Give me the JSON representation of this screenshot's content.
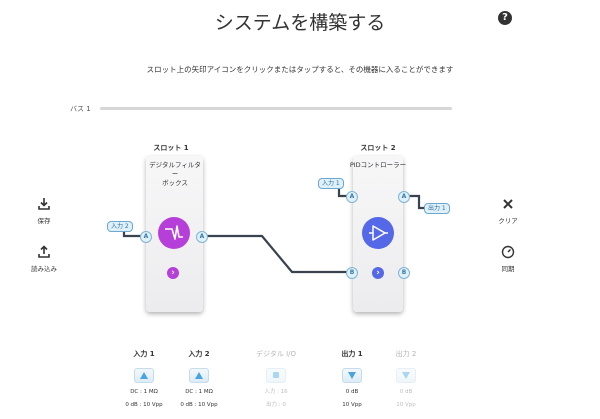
{
  "page": {
    "title": "システムを構築する",
    "help_label": "?",
    "subtitle": "スロット上の矢印アイコンをクリックまたはタップすると、その機器に入ることができます"
  },
  "bus": {
    "label": "バス 1"
  },
  "slots": [
    {
      "title": "スロット 1",
      "device": "デジタルフィルターボックス",
      "device_line1": "デジタルフィルター",
      "device_line2": "ボックス",
      "icon": "filter-waveform-icon",
      "color": "#b63fd9",
      "ports": {
        "in_a": "A",
        "out_a": "A"
      },
      "input_tag": "入力 2"
    },
    {
      "title": "スロット 2",
      "device": "PIDコントローラー",
      "icon": "pid-amplifier-icon",
      "color": "#5468e8",
      "ports": {
        "in_a": "A",
        "in_b": "B",
        "out_a": "A",
        "out_b": "B"
      },
      "input_tag": "入力 1",
      "output_tag": "出力 1"
    }
  ],
  "sidebar_left": {
    "save": "保存",
    "load": "読み込み"
  },
  "sidebar_right": {
    "clear": "クリア",
    "sync": "同期"
  },
  "io": [
    {
      "label": "入力 1",
      "spec1": "DC : 1 MΩ",
      "spec2": "0 dB : 10 Vpp",
      "enabled": true,
      "direction": "up"
    },
    {
      "label": "入力 2",
      "spec1": "DC : 1 MΩ",
      "spec2": "0 dB : 10 Vpp",
      "enabled": true,
      "direction": "up"
    },
    {
      "label": "デジタル I/O",
      "spec1": "入力 : 16",
      "spec2": "出力 : 0",
      "enabled": false,
      "direction": "square"
    },
    {
      "label": "出力 1",
      "spec1": "0 dB",
      "spec2": "10 Vpp",
      "enabled": true,
      "direction": "down"
    },
    {
      "label": "出力 2",
      "spec1": "0 dB",
      "spec2": "10 Vpp",
      "enabled": false,
      "direction": "down"
    }
  ],
  "colors": {
    "wire": "#3a4250",
    "port_fill": "#dff0f8",
    "port_stroke": "#7fb4d3",
    "accent_blue": "#4aa3df"
  }
}
